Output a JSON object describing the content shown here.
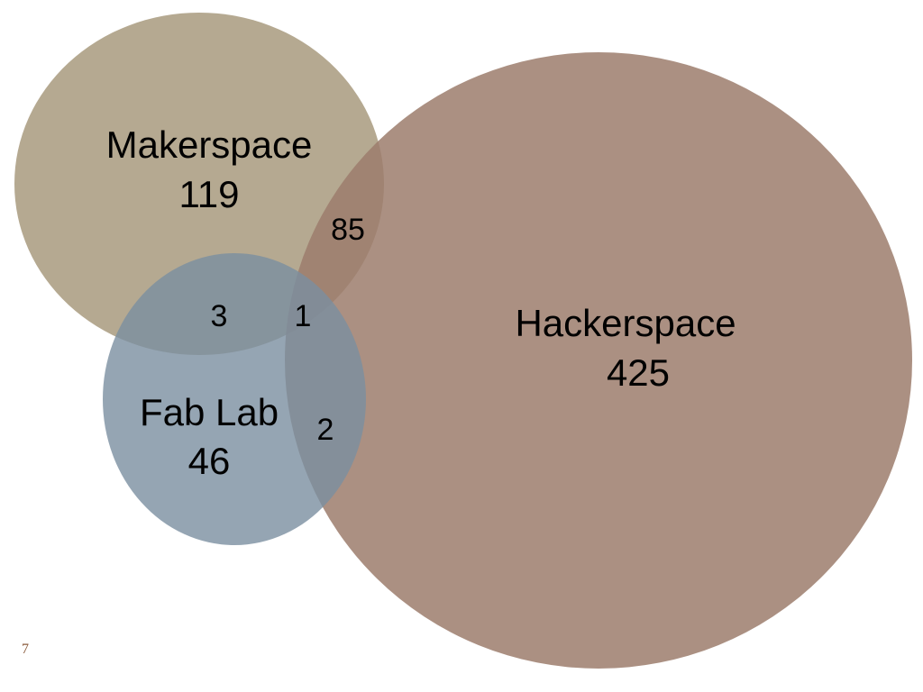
{
  "sets": [
    {
      "id": "makerspace",
      "label": "Makerspace",
      "count": "119",
      "color": "#a89a7e"
    },
    {
      "id": "hackerspace",
      "label": "Hackerspace",
      "count": "425",
      "color": "#9c7c6c"
    },
    {
      "id": "fablab",
      "label": "Fab Lab",
      "count": "46",
      "color": "#7a8fa0"
    }
  ],
  "regions": {
    "makerspace_hackerspace": "85",
    "makerspace_fablab": "3",
    "all_three": "1",
    "fablab_hackerspace": "2"
  },
  "page_number": "7"
}
